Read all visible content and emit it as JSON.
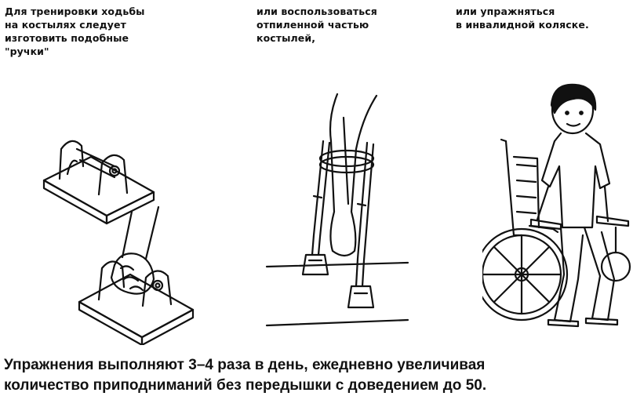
{
  "captions": {
    "handles": "Для тренировки ходьбы\nна костылях следует\nизготовить подобные\n\"ручки\"",
    "crutches": "или воспользоваться\nотпиленной частью\nкостылей,",
    "wheelchair": "или упражняться\nв инвалидной коляске."
  },
  "instruction": "Упражнения выполняют 3–4 раза в день, ежедневно увеличивая\nколичество приподниманий без передышки с доведением до 50."
}
